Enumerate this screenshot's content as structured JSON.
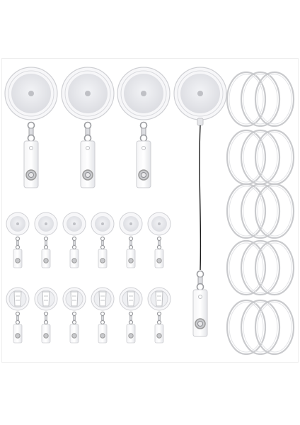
{
  "image": {
    "subject": "product-photo-retractable-badge-reels-set",
    "background_color": "#ffffff",
    "reel_face_color": "#e9eaee",
    "reel_rim_color": "#f7f7f9",
    "clear_ring_color": "#c9cacd",
    "cord_color": "#1b1b1b",
    "snap_metal_color": "#9a9a9a"
  },
  "contents": {
    "large_badge_reels": 4,
    "small_badge_reels_front": 6,
    "small_badge_reels_back": 6,
    "clear_ring_stacks": 5
  }
}
